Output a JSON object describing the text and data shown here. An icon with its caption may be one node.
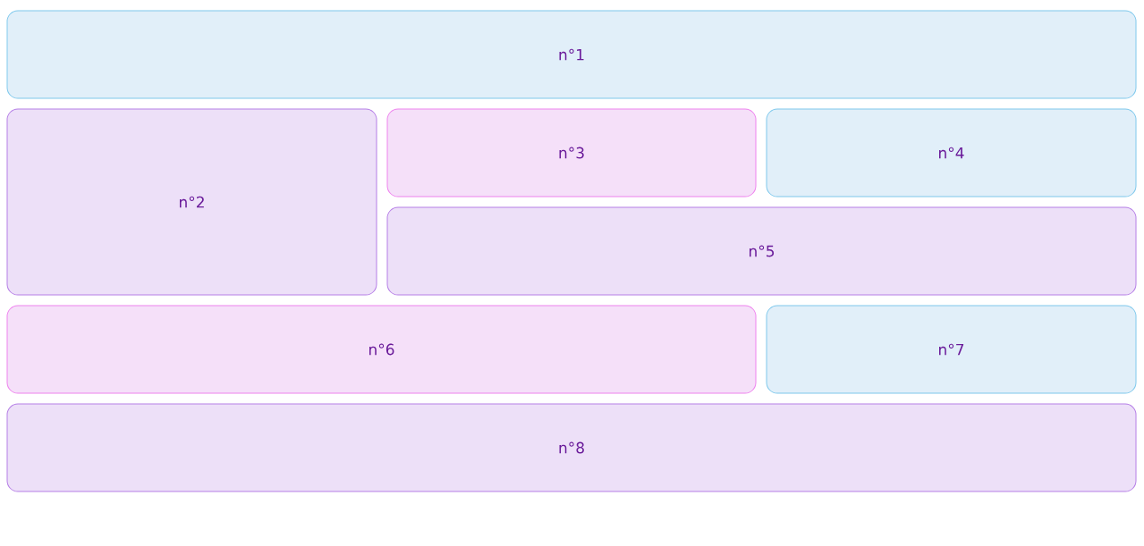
{
  "diagram": {
    "nodes": [
      {
        "text": [
          "n°1"
        ]
      },
      {
        "text": [
          "n°2"
        ]
      },
      {
        "text": [
          "n°3"
        ]
      },
      {
        "text": [
          "n°4"
        ]
      },
      {
        "text": [
          "n°5"
        ]
      },
      {
        "text": [
          "n°6"
        ]
      },
      {
        "text": [
          "n°7"
        ]
      },
      {
        "text": [
          "n°8"
        ]
      }
    ]
  }
}
